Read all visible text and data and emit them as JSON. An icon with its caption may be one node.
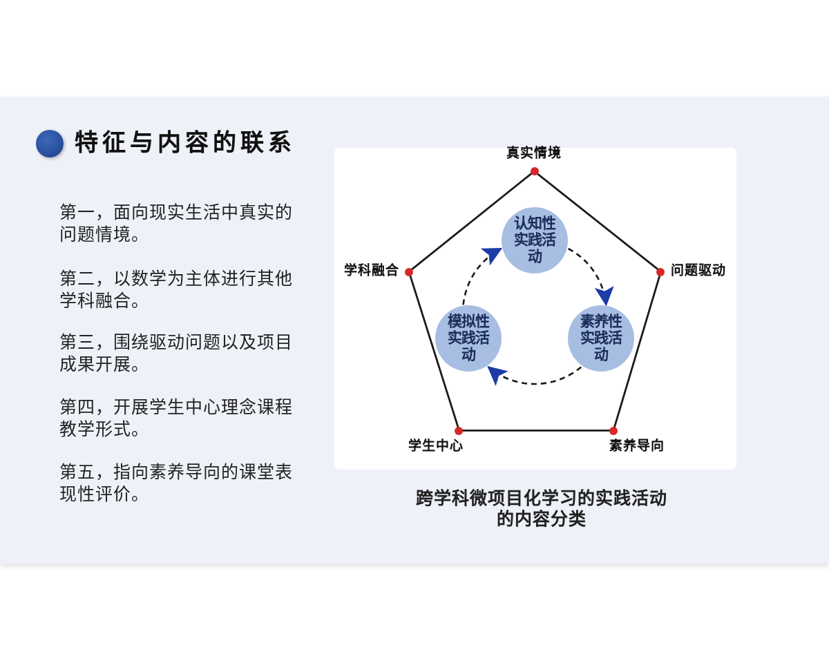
{
  "diagram": {
    "title": "特征与内容的联系",
    "caption": "跨学科微项目化学习的实践活动的内容分类",
    "nodes": [
      {
        "text": [
          "真实情境"
        ]
      },
      {
        "text": [
          "认知性实践活动"
        ]
      },
      {
        "text": [
          "学科融合"
        ]
      },
      {
        "text": [
          "问题驱动"
        ]
      },
      {
        "text": [
          "模拟性实践活动"
        ]
      },
      {
        "text": [
          "素养性实践活动"
        ]
      },
      {
        "text": [
          "学生中心"
        ]
      },
      {
        "text": [
          "素养导向"
        ]
      }
    ],
    "edges": [
      {
        "from": 0,
        "to": 3,
        "arrow": "none"
      },
      {
        "from": 3,
        "to": 7,
        "arrow": "none"
      },
      {
        "from": 7,
        "to": 6,
        "arrow": "none"
      },
      {
        "from": 6,
        "to": 2,
        "arrow": "none"
      },
      {
        "from": 2,
        "to": 0,
        "arrow": "none"
      },
      {
        "from": 1,
        "to": 5,
        "arrow": "to",
        "style": "dashed"
      },
      {
        "from": 5,
        "to": 4,
        "arrow": "to",
        "style": "dashed"
      },
      {
        "from": 4,
        "to": 1,
        "arrow": "to",
        "style": "dashed"
      }
    ],
    "labels": [
      "第一，面向现实生活中真实的问题情境。",
      "第二，以数学为主体进行其他学科融合。",
      "第三，围绕驱动问题以及项目成果开展。",
      "第四，开展学生中心理念课程教学形式。",
      "第五，指向素养导向的课堂表现性评价。"
    ]
  }
}
